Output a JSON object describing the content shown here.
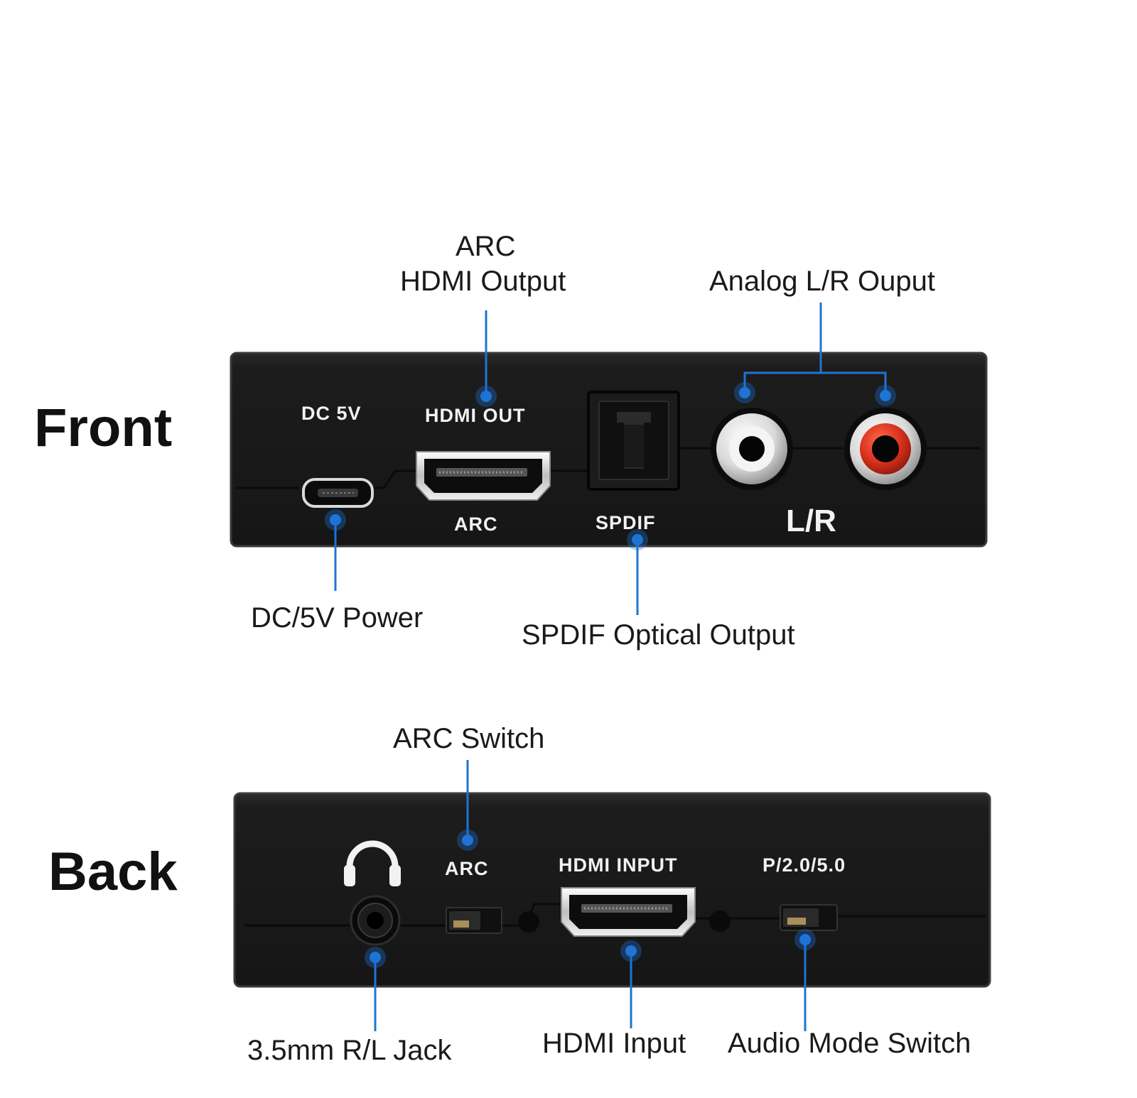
{
  "front": {
    "title": "Front",
    "callouts": {
      "arc_hdmi_output_line1": "ARC",
      "arc_hdmi_output_line2": "HDMI Output",
      "analog_lr_output": "Analog L/R Ouput",
      "dc_power": "DC/5V Power",
      "spdif_optical_output": "SPDIF Optical Output"
    },
    "panel_labels": {
      "dc": "DC 5V",
      "hdmi_out": "HDMI OUT",
      "arc": "ARC",
      "spdif": "SPDIF",
      "lr": "L/R"
    }
  },
  "back": {
    "title": "Back",
    "callouts": {
      "arc_switch": "ARC Switch",
      "jack": "3.5mm R/L Jack",
      "hdmi_input": "HDMI Input",
      "audio_mode_switch": "Audio Mode Switch"
    },
    "panel_labels": {
      "arc": "ARC",
      "hdmi_input": "HDMI INPUT",
      "mode": "P/2.0/5.0"
    }
  },
  "colors": {
    "accent": "#1e74d6",
    "panel": "#1c1c1c",
    "rca_left_ring": "#e6e6e6",
    "rca_right_ring": "#d8301c"
  },
  "icons": {
    "headphone": "headphone-icon"
  }
}
